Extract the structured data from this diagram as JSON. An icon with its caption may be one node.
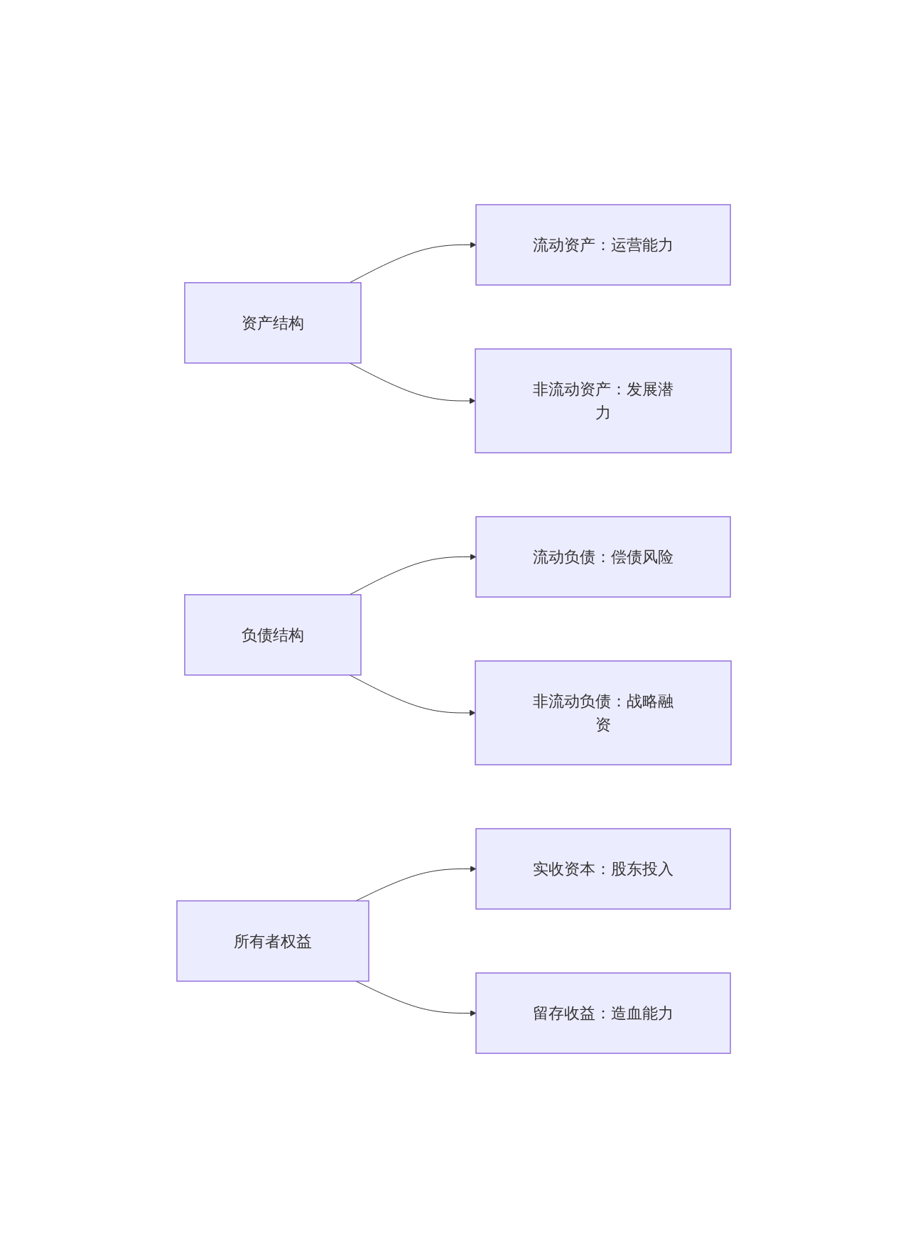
{
  "diagram": {
    "nodes": [
      {
        "text": [
          "资产结构"
        ]
      },
      {
        "text": [
          "流动资产：运营能力"
        ]
      },
      {
        "text": [
          "非流动资产：发展潜力"
        ]
      },
      {
        "text": [
          "负债结构"
        ]
      },
      {
        "text": [
          "流动负债：偿债风险"
        ]
      },
      {
        "text": [
          "非流动负债：战略融资"
        ]
      },
      {
        "text": [
          "所有者权益"
        ]
      },
      {
        "text": [
          "实收资本：股东投入"
        ]
      },
      {
        "text": [
          "留存收益：造血能力"
        ]
      }
    ],
    "edges": [
      {
        "from": 0,
        "to": 1,
        "arrow": "to"
      },
      {
        "from": 0,
        "to": 2,
        "arrow": "to"
      },
      {
        "from": 3,
        "to": 4,
        "arrow": "to"
      },
      {
        "from": 3,
        "to": 5,
        "arrow": "to"
      },
      {
        "from": 6,
        "to": 7,
        "arrow": "to"
      },
      {
        "from": 6,
        "to": 8,
        "arrow": "to"
      }
    ]
  }
}
